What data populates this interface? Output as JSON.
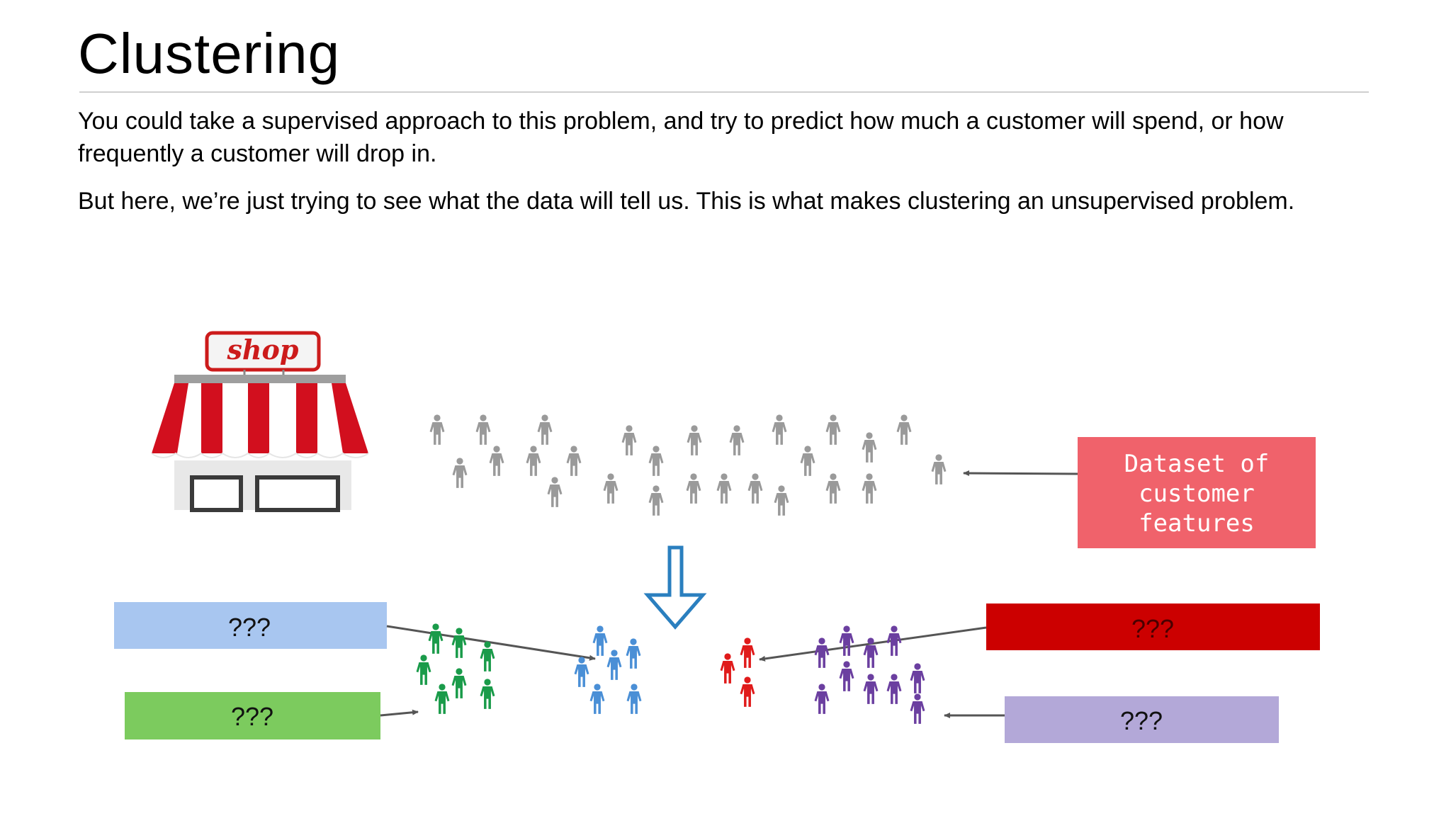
{
  "slide": {
    "title": "Clustering",
    "paragraphs": [
      "You could take a supervised approach to this problem, and try to predict how much a customer will spend, or how frequently a customer will drop in.",
      "But here, we’re just trying to see what the data will tell us. This is what makes clustering an unsupervised problem."
    ]
  },
  "diagram": {
    "shop_sign": "shop",
    "dataset_label_lines": [
      "Dataset of",
      "customer",
      "features"
    ],
    "cluster_labels": {
      "blue": "???",
      "green": "???",
      "red": "???",
      "purple": "???"
    },
    "colors": {
      "gray_people": "#9a9a9a",
      "green_people": "#1a9b4a",
      "blue_people": "#4a8fd6",
      "red_people": "#e01b1b",
      "purple_people": "#6b3fa0",
      "blue_box": "#a8c6f0",
      "green_box": "#7ccb5e",
      "red_box": "#cc0000",
      "purple_box": "#b3a8d8",
      "dataset_box": "#f0626b",
      "down_arrow": "#2a7fbf"
    },
    "icons": [
      "shop-icon",
      "person-icon",
      "down-arrow-icon"
    ]
  }
}
